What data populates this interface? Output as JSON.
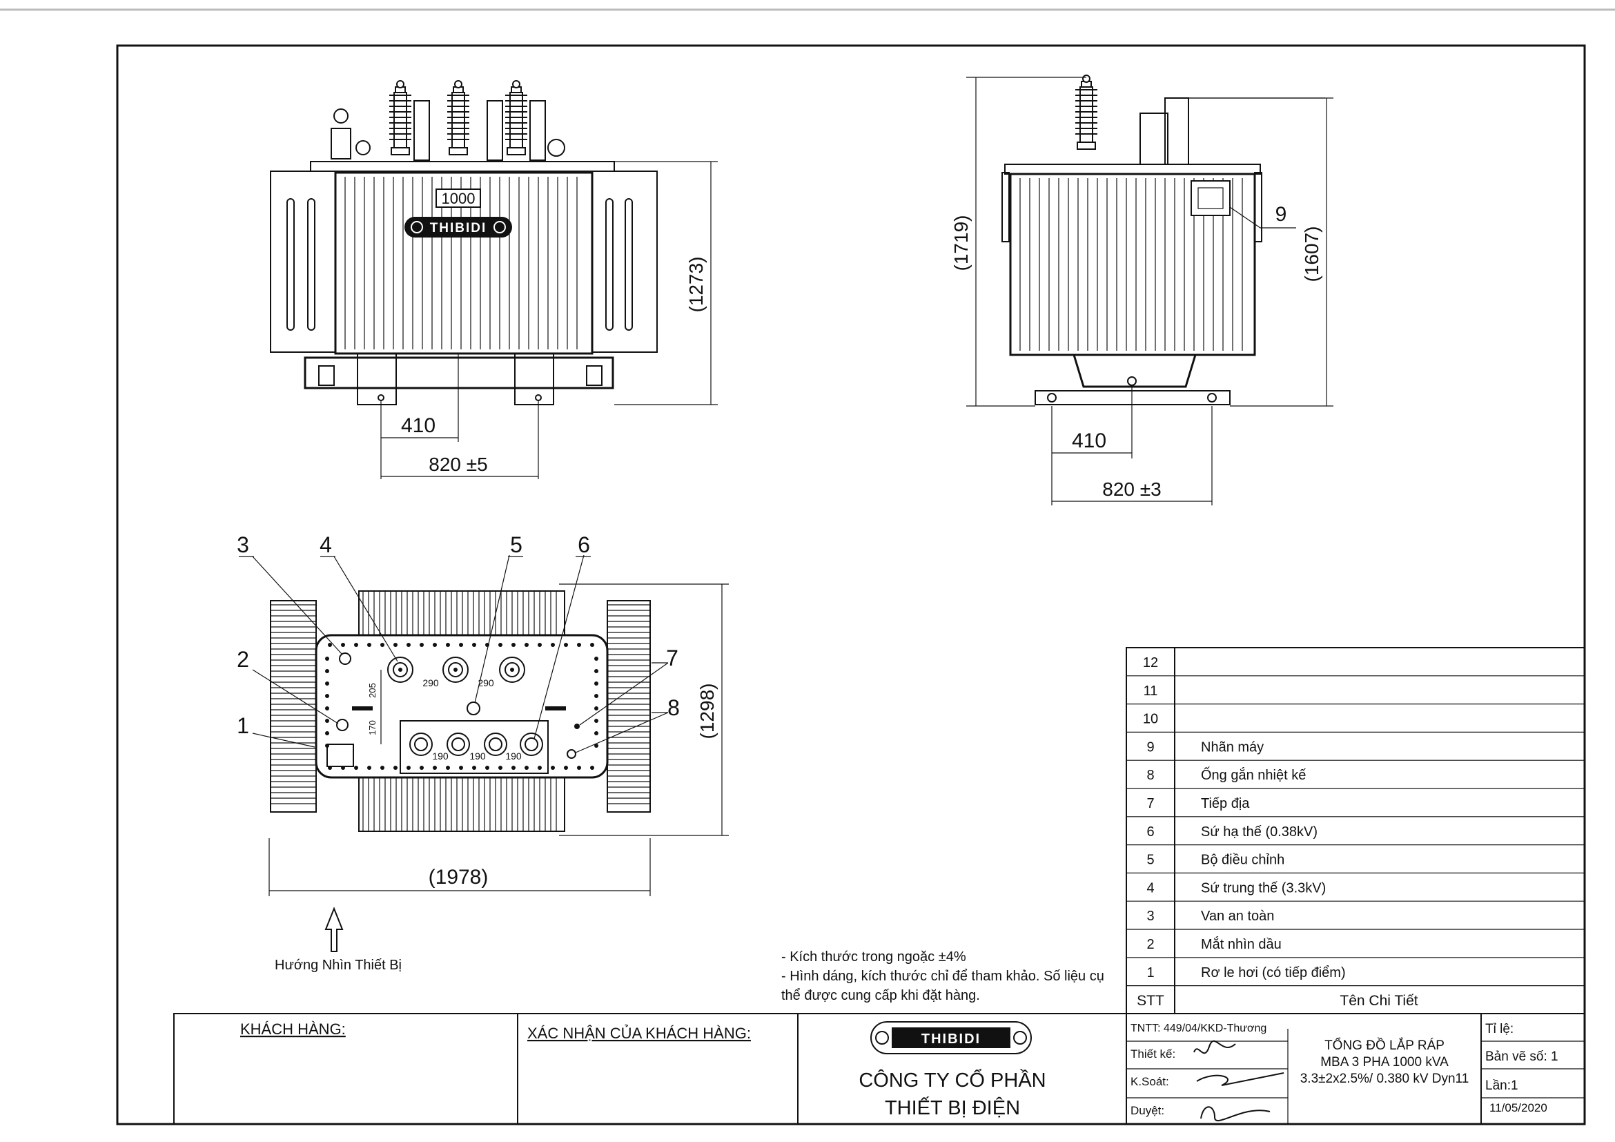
{
  "front_view": {
    "rating_label": "1000",
    "brand_label": "THIBIDI",
    "dim_height": "(1273)",
    "dim_half_gauge": "410",
    "dim_gauge": "820 ±5"
  },
  "side_view": {
    "dim_total_height": "(1719)",
    "dim_tank_height": "(1607)",
    "dim_half_gauge": "410",
    "dim_gauge": "820 ±3",
    "callout_9": "9"
  },
  "top_view": {
    "dim_length": "(1978)",
    "dim_width": "(1298)",
    "bushing_spacing_hv": [
      "290",
      "290"
    ],
    "bushing_spacing_lv": [
      "190",
      "190",
      "190"
    ],
    "dim_205": "205",
    "dim_170": "170",
    "callouts": [
      "1",
      "2",
      "3",
      "4",
      "5",
      "6",
      "7",
      "8"
    ],
    "view_direction_label": "Hướng Nhìn Thiết Bị"
  },
  "notes": [
    "- Kích thước trong ngoặc ±4%",
    "- Hình dáng, kích thước chỉ để tham khảo. Số liệu cụ",
    "thể được cung cấp khi đặt hàng."
  ],
  "parts_table": {
    "header_no": "STT",
    "header_name": "Tên Chi Tiết",
    "rows": [
      {
        "no": "12",
        "name": ""
      },
      {
        "no": "11",
        "name": ""
      },
      {
        "no": "10",
        "name": ""
      },
      {
        "no": "9",
        "name": "Nhãn máy"
      },
      {
        "no": "8",
        "name": "Ống gắn nhiệt kế"
      },
      {
        "no": "7",
        "name": "Tiếp địa"
      },
      {
        "no": "6",
        "name": "Sứ hạ thế (0.38kV)"
      },
      {
        "no": "5",
        "name": "Bộ điều chỉnh"
      },
      {
        "no": "4",
        "name": "Sứ trung thế (3.3kV)"
      },
      {
        "no": "3",
        "name": "Van an toàn"
      },
      {
        "no": "2",
        "name": "Mắt nhìn dầu"
      },
      {
        "no": "1",
        "name": "Rơ le hơi (có tiếp điểm)"
      }
    ]
  },
  "title_block": {
    "customer_label": "KHÁCH HÀNG:",
    "confirm_label": "XÁC NHẬN CỦA KHÁCH HÀNG:",
    "logo_text": "THIBIDI",
    "company_line1": "CÔNG TY CỔ PHẦN",
    "company_line2": "THIẾT BỊ ĐIỆN",
    "ref_no": "TNTT: 449/04/KKD-Thương",
    "design_label": "Thiết kế:",
    "check_label": "K.Soát:",
    "approve_label": "Duyệt:",
    "drawing_title_1": "TỔNG ĐỒ LẮP RÁP",
    "drawing_title_2": "MBA 3 PHA 1000 kVA",
    "drawing_title_3": "3.3±2x2.5%/ 0.380 kV Dyn11",
    "scale_label": "Tỉ lệ:",
    "sheet_no": "Bản vẽ số: 1",
    "revision": "Lần:1",
    "date": "11/05/2020"
  }
}
